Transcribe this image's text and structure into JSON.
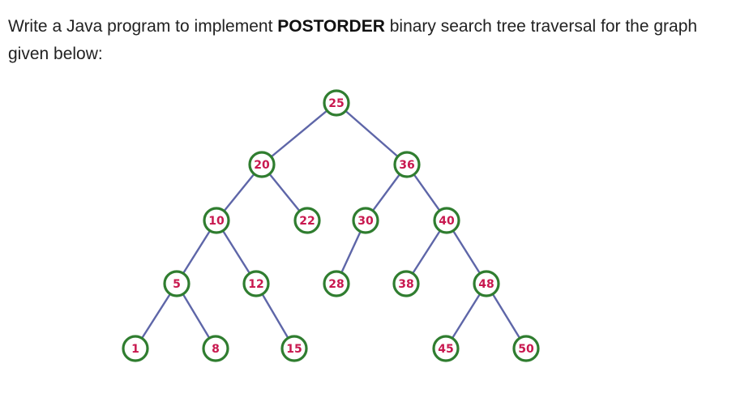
{
  "question": {
    "before": "Write a Java program to implement ",
    "emphasis": "POSTORDER",
    "after": " binary search tree traversal for the graph given below:"
  },
  "tree": {
    "node_color": "#2f7d2f",
    "label_color": "#c8184f",
    "edge_color": "#5e66a8",
    "nodes": [
      {
        "id": "25",
        "label": "25"
      },
      {
        "id": "20",
        "label": "20"
      },
      {
        "id": "36",
        "label": "36"
      },
      {
        "id": "10",
        "label": "10"
      },
      {
        "id": "22",
        "label": "22"
      },
      {
        "id": "30",
        "label": "30"
      },
      {
        "id": "40",
        "label": "40"
      },
      {
        "id": "5",
        "label": "5"
      },
      {
        "id": "12",
        "label": "12"
      },
      {
        "id": "28",
        "label": "28"
      },
      {
        "id": "38",
        "label": "38"
      },
      {
        "id": "48",
        "label": "48"
      },
      {
        "id": "1",
        "label": "1"
      },
      {
        "id": "8",
        "label": "8"
      },
      {
        "id": "15",
        "label": "15"
      },
      {
        "id": "45",
        "label": "45"
      },
      {
        "id": "50",
        "label": "50"
      }
    ],
    "edges": [
      [
        "25",
        "20"
      ],
      [
        "25",
        "36"
      ],
      [
        "20",
        "10"
      ],
      [
        "20",
        "22"
      ],
      [
        "36",
        "30"
      ],
      [
        "36",
        "40"
      ],
      [
        "10",
        "5"
      ],
      [
        "10",
        "12"
      ],
      [
        "30",
        "28"
      ],
      [
        "40",
        "38"
      ],
      [
        "40",
        "48"
      ],
      [
        "5",
        "1"
      ],
      [
        "5",
        "8"
      ],
      [
        "12",
        "15"
      ],
      [
        "48",
        "45"
      ],
      [
        "48",
        "50"
      ]
    ]
  }
}
